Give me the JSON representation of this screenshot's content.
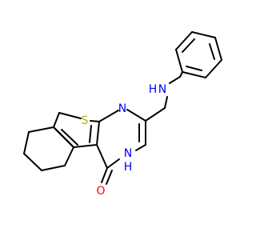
{
  "colors": {
    "carbon": "#000000",
    "nitrogen": "#0000ff",
    "sulfur": "#b2b200",
    "oxygen": "#ff0000",
    "background": "#ffffff"
  },
  "atoms": {
    "s1": "S",
    "n1": "N",
    "nh_ring": "N",
    "nh_ring_h": "H",
    "nh_chain": "N",
    "nh_chain_h": "H",
    "o1": "O"
  }
}
